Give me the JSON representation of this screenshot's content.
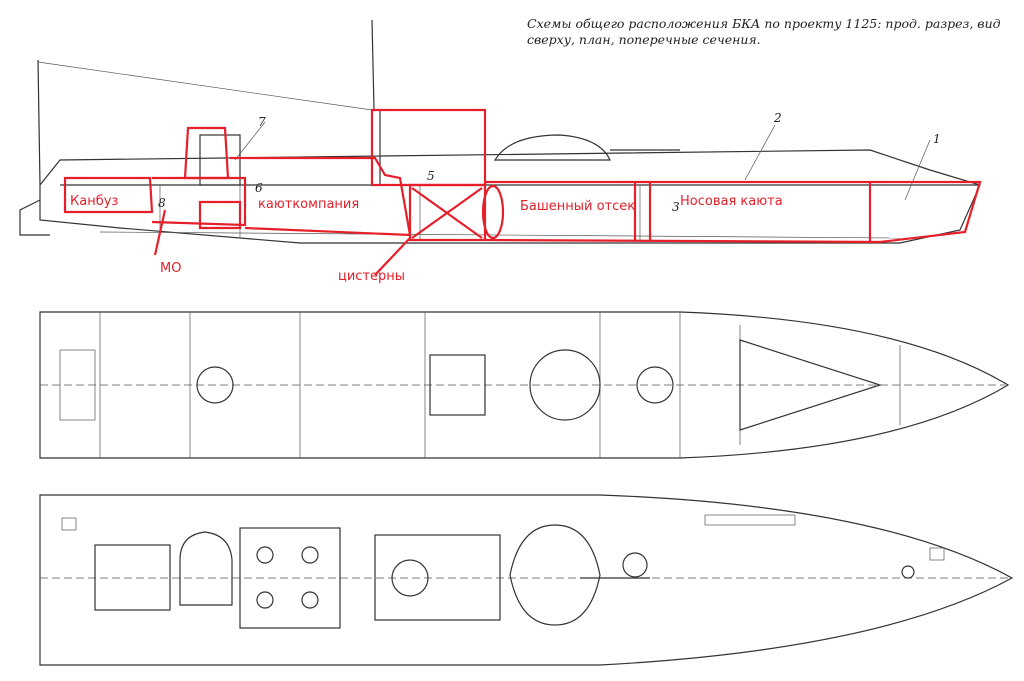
{
  "caption": "Схемы общего расположения БКА по проекту 1125: прод. разрез, вид сверху, план, поперечные сечения.",
  "callouts": [
    "1",
    "2",
    "3",
    "5",
    "6",
    "7",
    "8"
  ],
  "annotations": {
    "galley": "Канбуз",
    "engine_room": "МО",
    "wardroom": "каюткомпания",
    "tanks": "цистерны",
    "turret_compartment": "Башенный отсек",
    "bow_cabin": "Носовая каюта"
  },
  "colors": {
    "annotation": "#e5202a",
    "drawing": "#333333"
  }
}
